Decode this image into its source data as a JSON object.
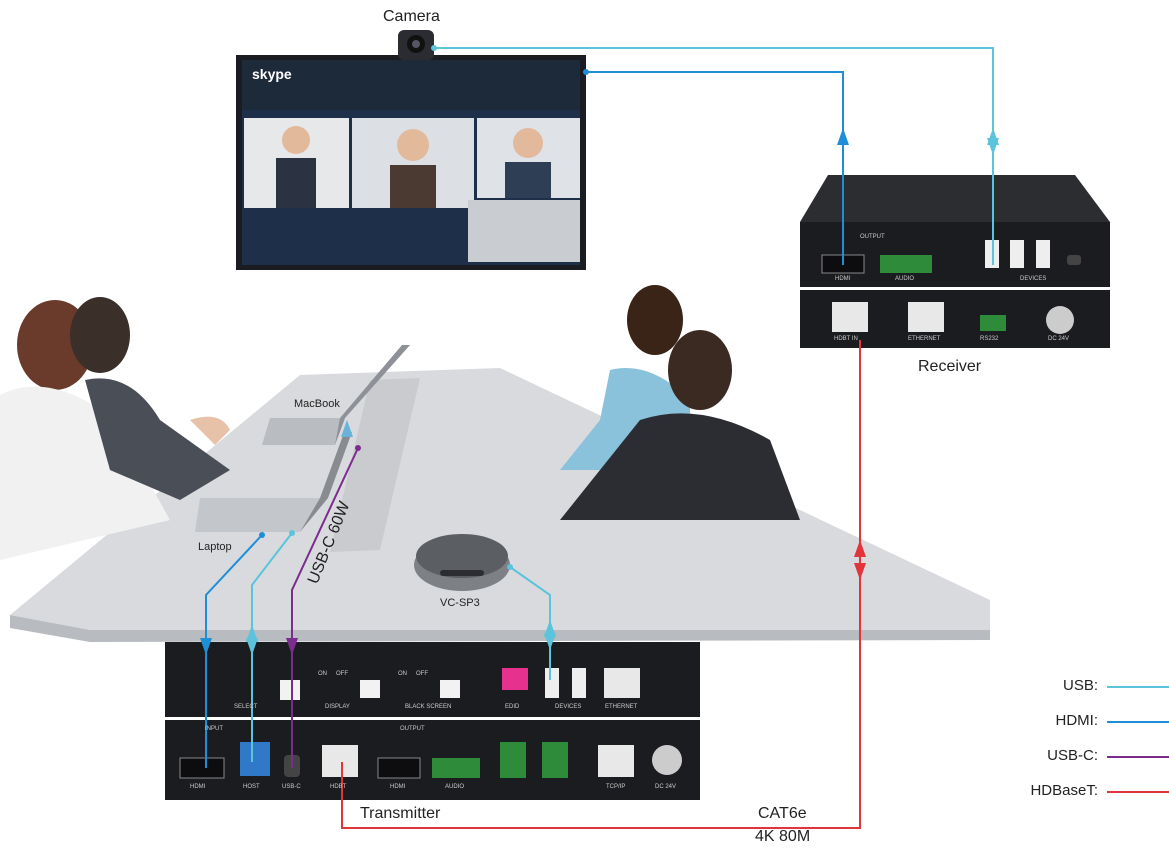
{
  "labels": {
    "camera": "Camera",
    "receiver": "Receiver",
    "macbook": "MacBook",
    "laptop": "Laptop",
    "usbc_cable": "USB-C 60W",
    "speakerphone": "VC-SP3",
    "transmitter": "Transmitter",
    "cable_type": "CAT6e",
    "cable_spec": "4K 80M"
  },
  "screen": {
    "app": "skype"
  },
  "receiver_panel": {
    "output": "OUTPUT",
    "hdmi": "HDMI",
    "audio": "AUDIO",
    "devices": "DEVICES",
    "hdbt_in": "HDBT IN",
    "ethernet": "ETHERNET",
    "rs232": "RS232",
    "dc": "DC 24V"
  },
  "transmitter_panel": {
    "select": "SELECT",
    "display": "DISPLAY",
    "black_screen": "BLACK SCREEN",
    "on": "ON",
    "off": "OFF",
    "edid": "EDID",
    "devices": "DEVICES",
    "ethernet": "ETHERNET",
    "input": "INPUT",
    "output": "OUTPUT",
    "hdmi": "HDMI",
    "host": "HOST",
    "usbc": "USB-C",
    "hdbt": "HDBT",
    "audio": "AUDIO",
    "tcpip": "TCP/IP",
    "dc": "DC 24V"
  },
  "legend": [
    {
      "label": "USB:",
      "color": "#5bc3dc"
    },
    {
      "label": "HDMI:",
      "color": "#1e8fd6"
    },
    {
      "label": "USB-C:",
      "color": "#7b2d8e"
    },
    {
      "label": "HDBaseT:",
      "color": "#e2353b"
    }
  ]
}
